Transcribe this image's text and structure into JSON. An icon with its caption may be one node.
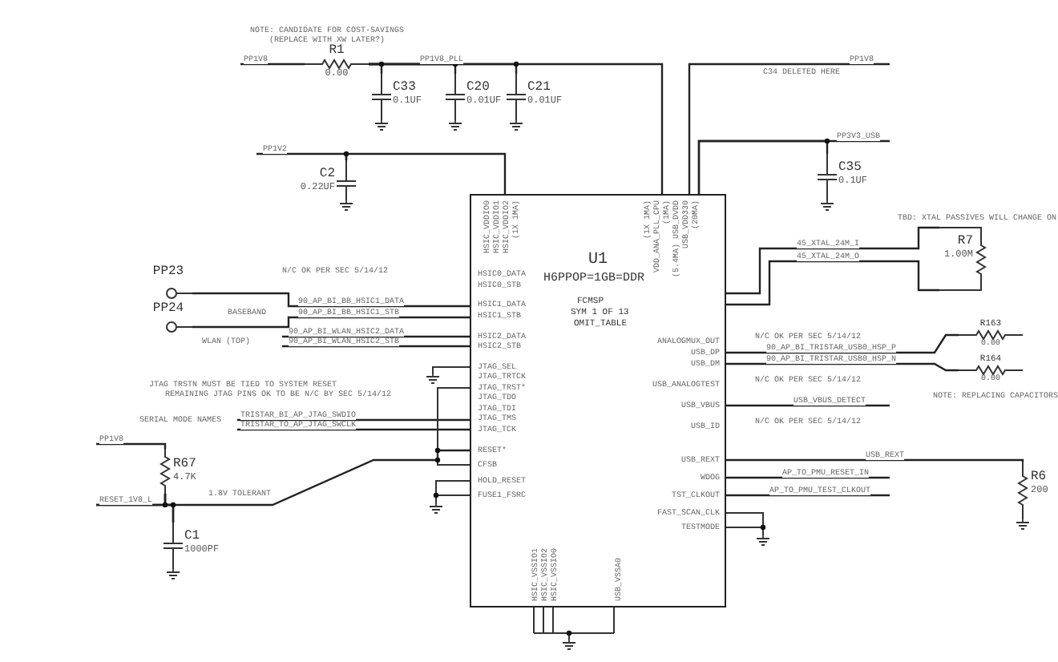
{
  "diagram": {
    "nodes": [
      {
        "text": [
          "U1",
          "H6PPOP=1GB=DDR",
          "FCMSP",
          "SYM 1 OF 13",
          "OMIT_TABLE",
          "HSIC_VDDIO0",
          "HSIC_VDDIO1",
          "HSIC_VDDIO2",
          "(1X 1MA)",
          "(1X 1MA)",
          "VDD_ANA_PLL_CPU",
          "(1MA)",
          "(5.4MA) USB_DVDD",
          "USB_VDD330",
          "(20MA)",
          "HSIC0_DATA",
          "HSIC0_STB",
          "HSIC1_DATA",
          "HSIC1_STB",
          "HSIC2_DATA",
          "HSIC2_STB",
          "JTAG_SEL",
          "JTAG_TRTCK",
          "JTAG_TRST*",
          "JTAG_TDO",
          "JTAG_TDI",
          "JTAG_TMS",
          "JTAG_TCK",
          "RESET*",
          "CFSB",
          "HOLD_RESET",
          "FUSE1_FSRC",
          "ANALOGMUX_OUT",
          "USB_DP",
          "USB_DM",
          "USB_ANALOGTEST",
          "USB_VBUS",
          "USB_ID",
          "USB_REXT",
          "WDOG",
          "TST_CLKOUT",
          "FAST_SCAN_CLK",
          "TESTMODE",
          "HSIC_VSSIO1",
          "HSIC_VSSIO2",
          "HSIC_VSSIO0",
          "USB_VSSA0"
        ]
      },
      {
        "text": [
          "R1",
          "0.00"
        ],
        "beside": [
          "NOTE: CANDIDATE FOR COST-SAVINGS (REPLACE WITH XW LATER?)"
        ]
      },
      {
        "text": [
          "C33",
          "0.1UF"
        ]
      },
      {
        "text": [
          "C20",
          "0.01UF"
        ]
      },
      {
        "text": [
          "C21",
          "0.01UF"
        ]
      },
      {
        "text": [
          "C2",
          "0.22UF"
        ]
      },
      {
        "text": [
          "C35",
          "0.1UF"
        ]
      },
      {
        "text": [
          "R7",
          "1.00M"
        ]
      },
      {
        "text": [
          "R163",
          "0.00"
        ]
      },
      {
        "text": [
          "R164",
          "0.00"
        ]
      },
      {
        "text": [
          "R6",
          "200"
        ]
      },
      {
        "text": [
          "R67",
          "4.7K"
        ]
      },
      {
        "text": [
          "C1",
          "1000PF"
        ]
      },
      {
        "text": [
          "PP23"
        ]
      },
      {
        "text": [
          "PP24"
        ]
      }
    ],
    "edges": [
      {
        "from": 1,
        "to": 0,
        "arrow": "none",
        "label": "PP1V8_PLL"
      },
      {
        "from": 1,
        "to": 2,
        "arrow": "none"
      },
      {
        "from": 1,
        "to": 3,
        "arrow": "none"
      },
      {
        "from": 1,
        "to": 4,
        "arrow": "none"
      },
      {
        "from": null,
        "to": 1,
        "arrow": "none",
        "label": "PP1V8"
      },
      {
        "from": null,
        "to": 5,
        "arrow": "none",
        "label": "PP1V2"
      },
      {
        "from": 5,
        "to": 0,
        "arrow": "none"
      },
      {
        "from": 0,
        "to": null,
        "arrow": "none",
        "label": "PP1V8"
      },
      {
        "from": 0,
        "to": null,
        "arrow": "none",
        "label": "PP3V3_USB"
      },
      {
        "from": 6,
        "to": 0,
        "arrow": "none"
      },
      {
        "from": 0,
        "to": 7,
        "arrow": "none",
        "label": "45_XTAL_24M_I"
      },
      {
        "from": 0,
        "to": 7,
        "arrow": "none",
        "label": "45_XTAL_24M_O"
      },
      {
        "from": 0,
        "to": 8,
        "arrow": "none",
        "label": "90_AP_BI_TRISTAR_USB0_HSP_P"
      },
      {
        "from": 0,
        "to": 9,
        "arrow": "none",
        "label": "90_AP_BI_TRISTAR_USB0_HSP_N"
      },
      {
        "from": 0,
        "to": 10,
        "arrow": "none",
        "label": "USB_REXT"
      },
      {
        "from": 0,
        "to": null,
        "arrow": "none",
        "label": "USB_VBUS_DETECT"
      },
      {
        "from": 0,
        "to": null,
        "arrow": "none",
        "label": "AP_TO_PMU_RESET_IN"
      },
      {
        "from": 0,
        "to": null,
        "arrow": "none",
        "label": "AP_TO_PMU_TEST_CLKOUT"
      },
      {
        "from": 13,
        "to": 0,
        "arrow": "none",
        "label": "90_AP_BI_BB_HSIC1_DATA"
      },
      {
        "from": 14,
        "to": 0,
        "arrow": "none",
        "label": "90_AP_BI_BB_HSIC1_STB"
      },
      {
        "from": null,
        "to": 0,
        "arrow": "none",
        "label": "90_AP_BI_WLAN_HSIC2_DATA"
      },
      {
        "from": null,
        "to": 0,
        "arrow": "none",
        "label": "90_AP_BI_WLAN_HSIC2_STB"
      },
      {
        "from": null,
        "to": 0,
        "arrow": "none",
        "label": "TRISTAR_BI_AP_JTAG_SWDIO"
      },
      {
        "from": null,
        "to": 0,
        "arrow": "none",
        "label": "TRISTAR_TO_AP_JTAG_SWCLK"
      },
      {
        "from": null,
        "to": 11,
        "arrow": "none",
        "label": "PP1V8"
      },
      {
        "from": 11,
        "to": 0,
        "arrow": "none"
      },
      {
        "from": null,
        "to": 11,
        "arrow": "none",
        "label": "RESET_1V8_L"
      },
      {
        "from": 11,
        "to": 12,
        "arrow": "none"
      },
      {
        "from": null,
        "to": 12,
        "arrow": "none"
      }
    ],
    "labels": [
      "C34 DELETED HERE",
      "TBD: XTAL PASSIVES WILL CHANGE ON",
      "N/C OK PER SEC 5/14/12",
      "BASEBAND",
      "WLAN (TOP)",
      "JTAG TRSTN MUST BE TIED TO SYSTEM RESET",
      "REMAINING JTAG PINS OK TO BE N/C BY SEC 5/14/12",
      "SERIAL MODE NAMES",
      "1.8V TOLERANT",
      "N/C OK PER SEC 5/14/12",
      "N/C OK PER SEC 5/14/12",
      "N/C OK PER SEC 5/14/12",
      "NOTE: REPLACING CAPACITORS"
    ]
  }
}
